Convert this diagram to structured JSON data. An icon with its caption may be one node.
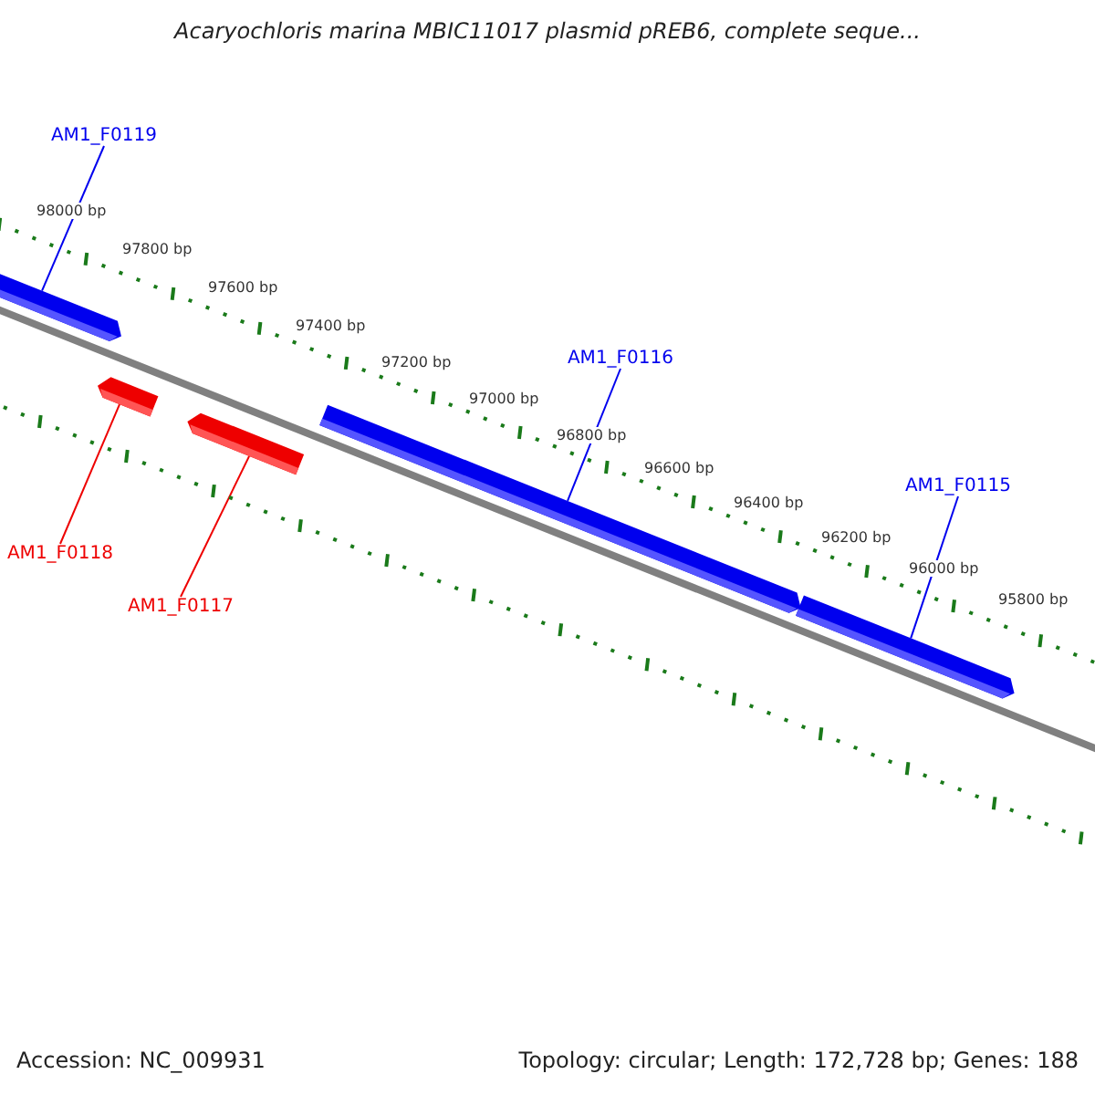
{
  "diagram": {
    "title": "Acaryochloris marina MBIC11017 plasmid pREB6, complete seque...",
    "nodes": [
      {
        "text": [
          "AM1_F0119"
        ]
      },
      {
        "text": [
          "AM1_F0116"
        ]
      },
      {
        "text": [
          "AM1_F0115"
        ]
      },
      {
        "text": [
          "AM1_F0118"
        ]
      },
      {
        "text": [
          "AM1_F0117"
        ]
      },
      {
        "text": [],
        "shape": "bar"
      },
      {
        "text": [],
        "shape": "bar"
      },
      {
        "text": [],
        "shape": "bar"
      },
      {
        "text": [],
        "shape": "bar"
      },
      {
        "text": [],
        "shape": "bar"
      }
    ],
    "edges": [
      {
        "from": 0,
        "to": 5,
        "arrow": "none"
      },
      {
        "from": 1,
        "to": 8,
        "arrow": "none"
      },
      {
        "from": 2,
        "to": 9,
        "arrow": "none"
      },
      {
        "from": 3,
        "to": 6,
        "arrow": "none",
        "color": "#ee0000"
      },
      {
        "from": 4,
        "to": 7,
        "arrow": "none",
        "color": "#ee0000"
      }
    ],
    "labels": [
      "98000 bp",
      "97800 bp",
      "97600 bp",
      "97400 bp",
      "97200 bp",
      "97000 bp",
      "96800 bp",
      "96600 bp",
      "96400 bp",
      "96200 bp",
      "96000 bp",
      "95800 bp",
      "Accession: NC_009931",
      "Topology: circular; Length: 172,728 bp; Genes: 188"
    ]
  }
}
